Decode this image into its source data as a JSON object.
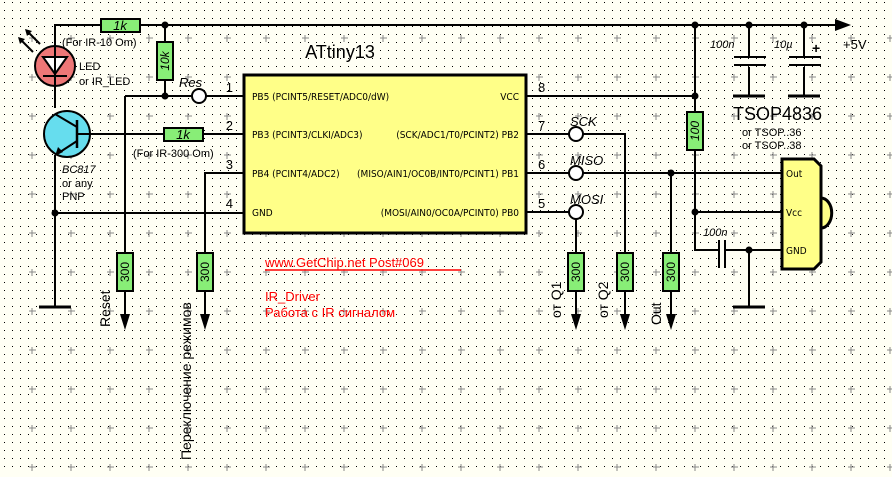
{
  "colors": {
    "background": "#fffff4",
    "wire": "#000000",
    "resistor_fill": "#88ee77",
    "chip_fill": "#ffff88",
    "led_fill": "#ee7777",
    "transistor_fill": "#66ddee",
    "annotation_red": "#ff0000",
    "grid_dot": "#000000",
    "grid_plus": "#888888"
  },
  "chip": {
    "title": "ATtiny13",
    "left_pins": [
      {
        "num": "1",
        "label": "PB5 (PCINT5/RESET/ADC0/dW)"
      },
      {
        "num": "2",
        "label": "PB3 (PCINT3/CLKI/ADC3)"
      },
      {
        "num": "3",
        "label": "PB4 (PCINT4/ADC2)"
      },
      {
        "num": "4",
        "label": "GND"
      }
    ],
    "right_pins": [
      {
        "num": "8",
        "label": "VCC"
      },
      {
        "num": "7",
        "label": "(SCK/ADC1/T0/PCINT2) PB2"
      },
      {
        "num": "6",
        "label": "(MISO/AIN1/OC0B/INT0/PCINT1) PB1"
      },
      {
        "num": "5",
        "label": "(MOSI/AIN0/OC0A/PCINT0) PB0"
      }
    ]
  },
  "components": {
    "r_top": {
      "value": "1k",
      "note": "(For IR-10 Om)"
    },
    "r_pullup": {
      "value": "10k"
    },
    "r_base": {
      "value": "1k",
      "note": "(For IR-300 Om)"
    },
    "r_vcc": {
      "value": "100"
    },
    "r_reset": {
      "value": "300"
    },
    "r_mode": {
      "value": "300"
    },
    "r_q1": {
      "value": "300"
    },
    "r_q2": {
      "value": "300"
    },
    "r_out": {
      "value": "300"
    },
    "led": {
      "label1": "LED",
      "label2": "or IR_LED"
    },
    "transistor": {
      "label1": "BC817",
      "label2": "or any",
      "label3": "PNP"
    },
    "c1": {
      "value": "100n"
    },
    "c2": {
      "value": "10µ",
      "polarity": "+"
    },
    "c3": {
      "value": "100n"
    },
    "supply": {
      "label": "+5V"
    },
    "tsop": {
      "title": "TSOP4836",
      "alt1": "or TSOP..36",
      "alt2": "or TSOP..38",
      "pins": [
        "Out",
        "Vcc",
        "GND"
      ]
    }
  },
  "test_points": {
    "res": "Res",
    "sck": "SCK",
    "miso": "MISO",
    "mosi": "MOSI"
  },
  "outputs": {
    "reset": "Reset",
    "mode": "Переключение режимов",
    "q1": "от Q1",
    "q2": "от Q2",
    "out": "Out"
  },
  "annotations": {
    "site": "www.GetChip.net   Post#069",
    "project": "IR_Driver",
    "description": "Работа с IR сигналом"
  }
}
